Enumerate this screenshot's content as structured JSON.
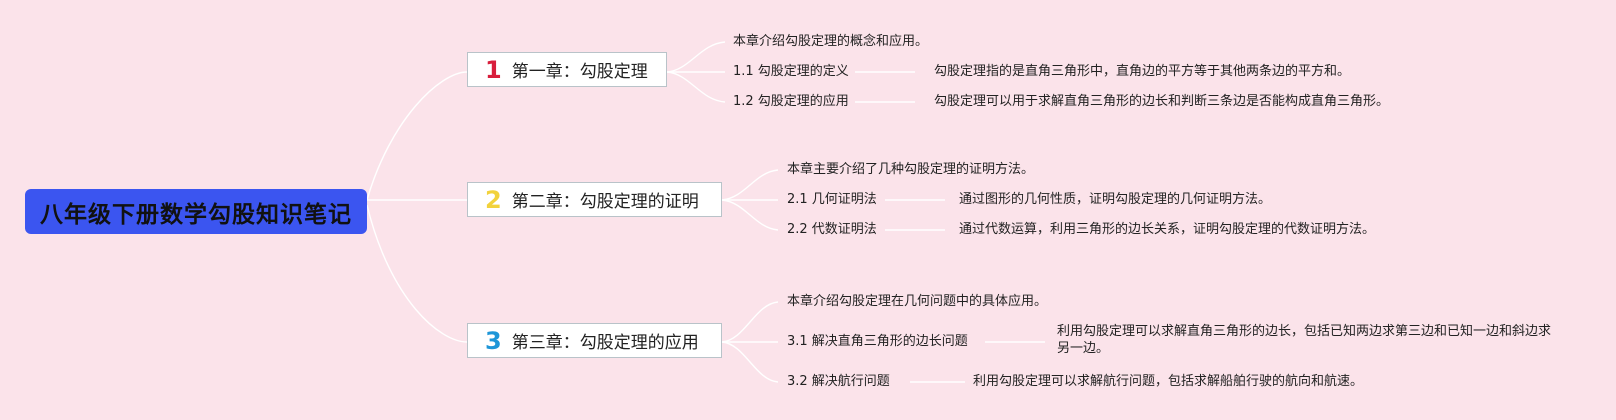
{
  "root": {
    "title": "八年级下册数学勾股知识笔记"
  },
  "chapters": [
    {
      "num": "1",
      "num_color": "#d81e3c",
      "title": "第一章：勾股定理",
      "intro": "本章介绍勾股定理的概念和应用。",
      "sections": [
        {
          "label": "1.1 勾股定理的定义",
          "detail": "勾股定理指的是直角三角形中，直角边的平方等于其他两条边的平方和。"
        },
        {
          "label": "1.2 勾股定理的应用",
          "detail": "勾股定理可以用于求解直角三角形的边长和判断三条边是否能构成直角三角形。"
        }
      ]
    },
    {
      "num": "2",
      "num_color": "#f2d23c",
      "title": "第二章：勾股定理的证明",
      "intro": "本章主要介绍了几种勾股定理的证明方法。",
      "sections": [
        {
          "label": "2.1 几何证明法",
          "detail": "通过图形的几何性质，证明勾股定理的几何证明方法。"
        },
        {
          "label": "2.2 代数证明法",
          "detail": "通过代数运算，利用三角形的边长关系，证明勾股定理的代数证明方法。"
        }
      ]
    },
    {
      "num": "3",
      "num_color": "#1e96d8",
      "title": "第三章：勾股定理的应用",
      "intro": "本章介绍勾股定理在几何问题中的具体应用。",
      "sections": [
        {
          "label": "3.1 解决直角三角形的边长问题",
          "detail": "利用勾股定理可以求解直角三角形的边长，包括已知两边求第三边和已知一边和斜边求另一边。"
        },
        {
          "label": "3.2 解决航行问题",
          "detail": "利用勾股定理可以求解航行问题，包括求解船舶行驶的航向和航速。"
        }
      ]
    }
  ]
}
